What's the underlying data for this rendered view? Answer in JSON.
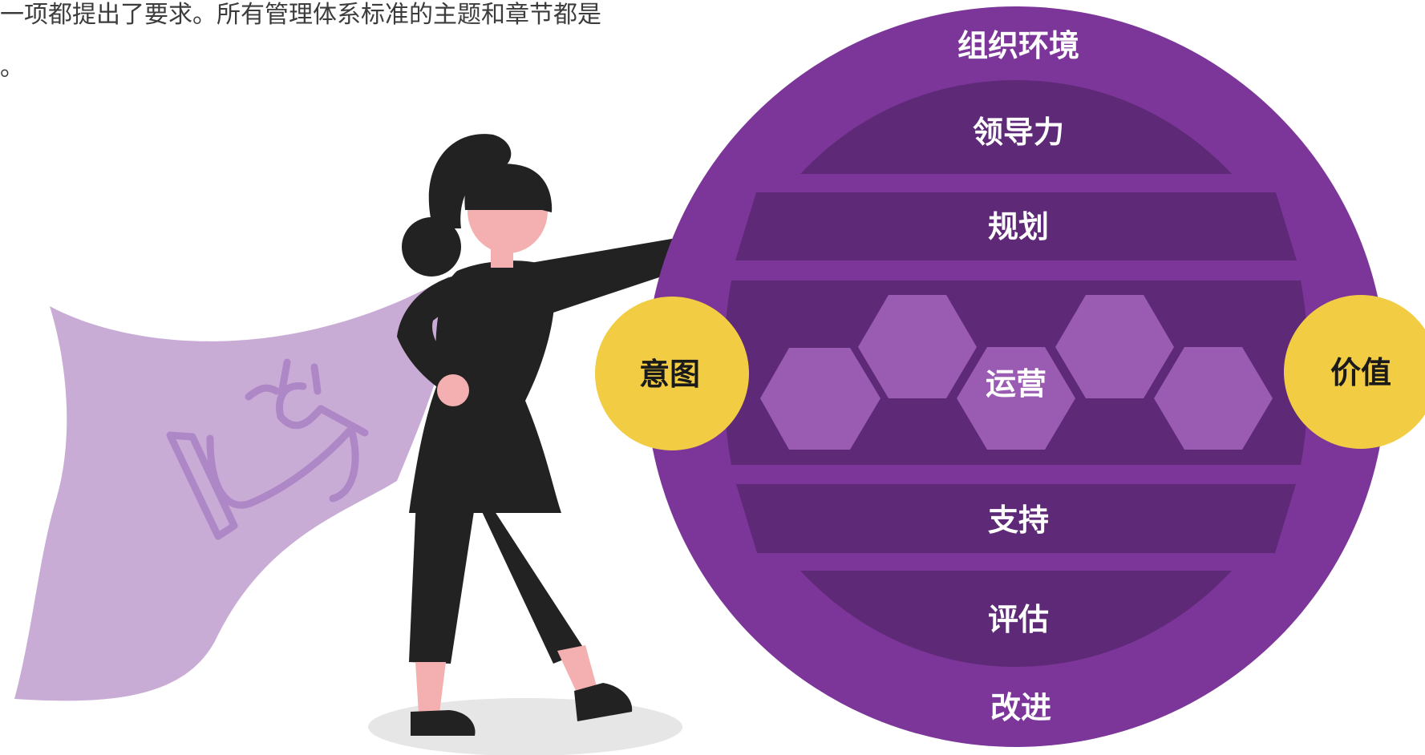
{
  "intro": {
    "line1": "一项都提出了要求。所有管理体系标准的主题和章节都是",
    "line2": "。"
  },
  "diagram": {
    "outer_label": "组织环境",
    "bands": {
      "leadership": "领导力",
      "planning": "规划",
      "operation": "运营",
      "support": "支持",
      "evaluation": "评估",
      "improvement": "改进"
    },
    "input_label": "意图",
    "output_label": "价值"
  },
  "colors": {
    "outer_purple": "#7c3699",
    "band_purple": "#5e2976",
    "hexagon": "#9a5cb2",
    "circle_yellow": "#f2cd44",
    "cape": "#c9acd6",
    "cape_emblem": "#ae87c6",
    "figure_black": "#222222",
    "skin": "#f4b0b0",
    "shadow": "#e6e6e6"
  },
  "icons": {
    "figure": "superhero-woman-illustration",
    "emblem": "unicorn-emblem-icon"
  }
}
